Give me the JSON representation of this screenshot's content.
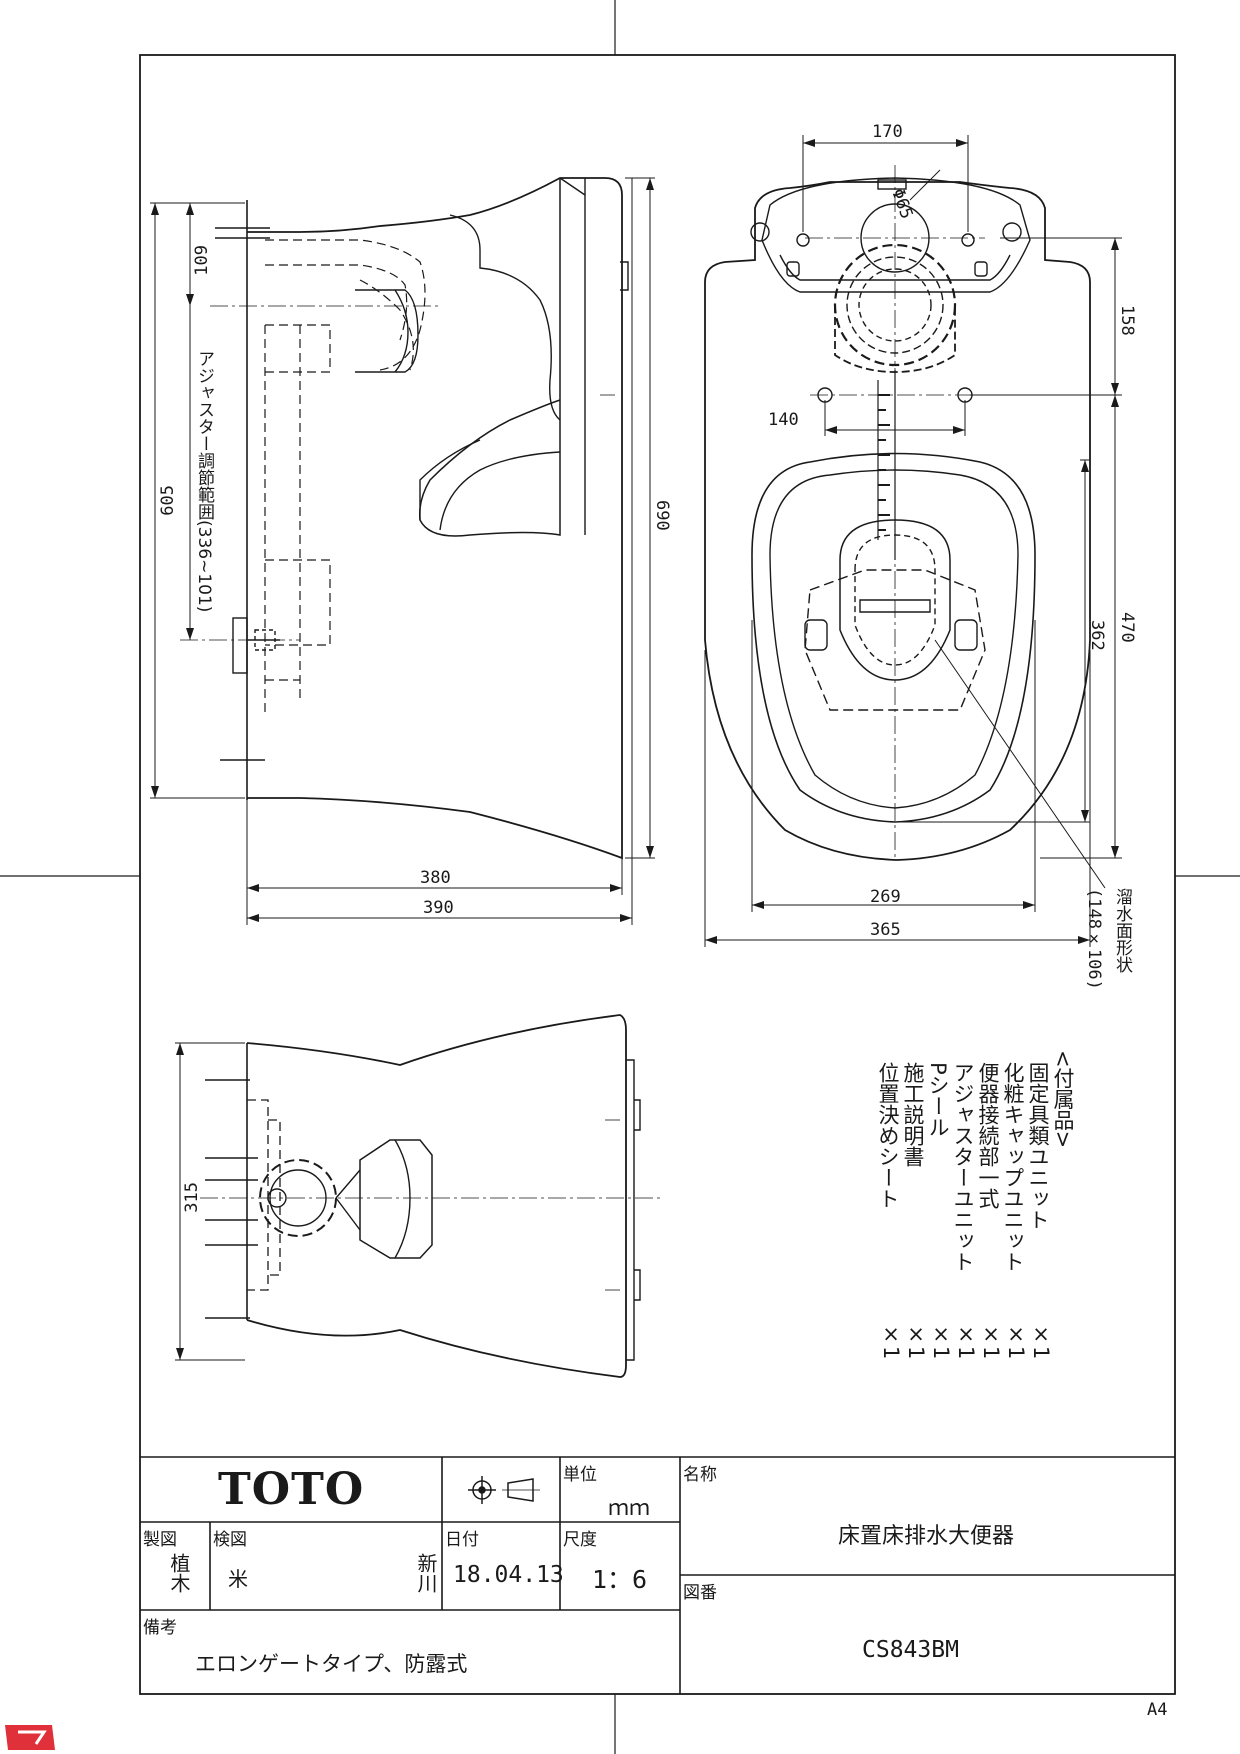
{
  "dimensions": {
    "top_170": "170",
    "dia_65": "Φ65",
    "d158": "158",
    "d140": "140",
    "d362": "362",
    "d470": "470",
    "d269": "269",
    "d365": "365",
    "d380": "380",
    "d390": "390",
    "d690": "690",
    "d605": "605",
    "d109": "109",
    "d315": "315"
  },
  "labels": {
    "adjuster_range": "アジャスター調節範囲(336~101)",
    "water_surface": "溜水面形状",
    "water_surface_size": "(148×106)"
  },
  "accessories": {
    "header": "<付属品>",
    "items": [
      {
        "name": "固定具類ユニット",
        "qty": "×1"
      },
      {
        "name": "化粧キャップユニット",
        "qty": "×1"
      },
      {
        "name": "便器接続部一式",
        "qty": "×1"
      },
      {
        "name": "アジャスターユニット",
        "qty": "×1"
      },
      {
        "name": "Pシール",
        "qty": "×1"
      },
      {
        "name": "施工説明書",
        "qty": "×1"
      },
      {
        "name": "位置決めシート",
        "qty": "×1"
      }
    ]
  },
  "title_block": {
    "logo": "TOTO",
    "unit_label": "単位",
    "unit_value": "ｍｍ",
    "name_label": "名称",
    "name_value": "床置床排水大便器",
    "drawn_label": "製図",
    "drawn_value": "植木",
    "checked_label": "検図",
    "checked_value_1": "米",
    "checked_value_2": "新川",
    "date_label": "日付",
    "date_value": "18.04.13",
    "scale_label": "尺度",
    "scale_value": "1：6",
    "drawing_no_label": "図番",
    "drawing_no_value": "CS843BM",
    "remarks_label": "備考",
    "remarks_value": "エロンゲートタイプ、防露式"
  },
  "sheet_size": "A4"
}
